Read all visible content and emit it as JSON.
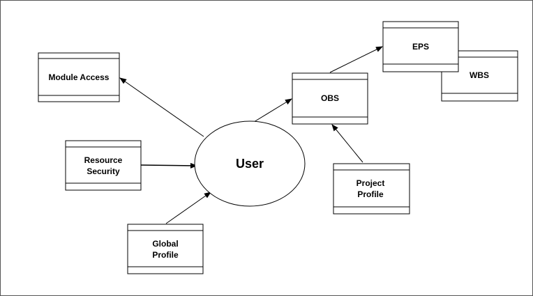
{
  "diagram": {
    "center": {
      "label": "User"
    },
    "boxes": {
      "module_access": {
        "lines": [
          "Module Access"
        ]
      },
      "resource_security": {
        "lines": [
          "Resource",
          "Security"
        ]
      },
      "global_profile": {
        "lines": [
          "Global",
          "Profile"
        ]
      },
      "obs": {
        "lines": [
          "OBS"
        ]
      },
      "eps": {
        "lines": [
          "EPS"
        ]
      },
      "wbs": {
        "lines": [
          "WBS"
        ]
      },
      "project_profile": {
        "lines": [
          "Project",
          "Profile"
        ]
      }
    }
  }
}
